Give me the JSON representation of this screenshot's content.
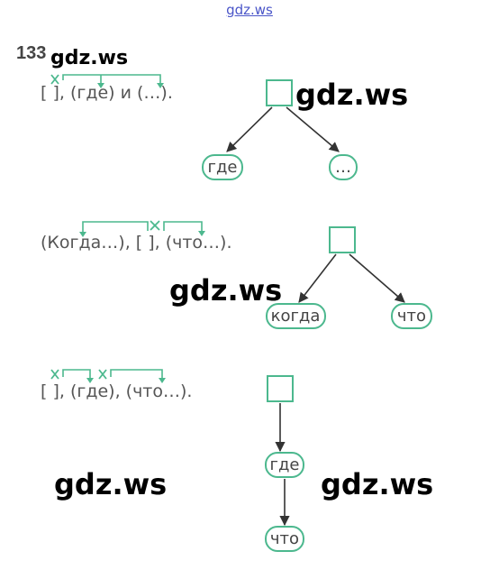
{
  "watermark_top": "gdz.ws",
  "exercise_number": "133",
  "watermarks": {
    "w1": "gdz.ws",
    "w2": "gdz.ws",
    "w3": "gdz.ws",
    "w4": "gdz.ws",
    "w5": "gdz.ws"
  },
  "schemes": [
    {
      "formula": "[ ], (где) и (…).",
      "nodes": [
        "где",
        "…"
      ]
    },
    {
      "formula": "(Когда…), [ ], (что…).",
      "nodes": [
        "когда",
        "что"
      ]
    },
    {
      "formula": "[ ], (где), (что…).",
      "nodes": [
        "где",
        "что"
      ]
    }
  ],
  "colors": {
    "accent": "#4cb88e",
    "watermark_link": "#4a55c8",
    "text": "#555555"
  }
}
